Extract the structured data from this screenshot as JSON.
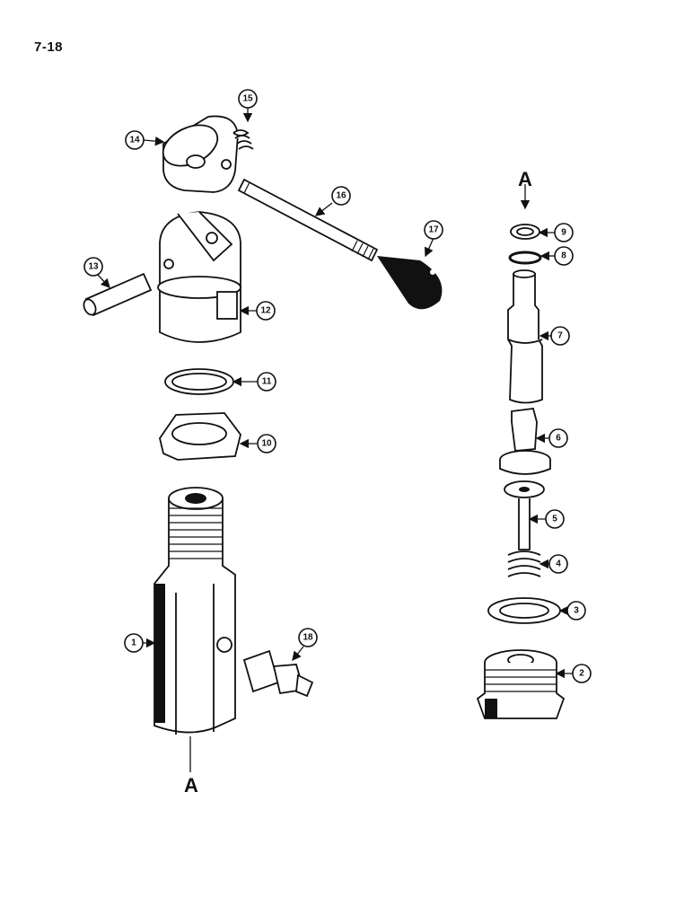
{
  "page_number": "7-18",
  "reference_letter_top": "A",
  "reference_letter_bottom": "A",
  "callouts": [
    "1",
    "2",
    "3",
    "4",
    "5",
    "6",
    "7",
    "8",
    "9",
    "10",
    "11",
    "12",
    "13",
    "14",
    "15",
    "16",
    "17",
    "18"
  ]
}
